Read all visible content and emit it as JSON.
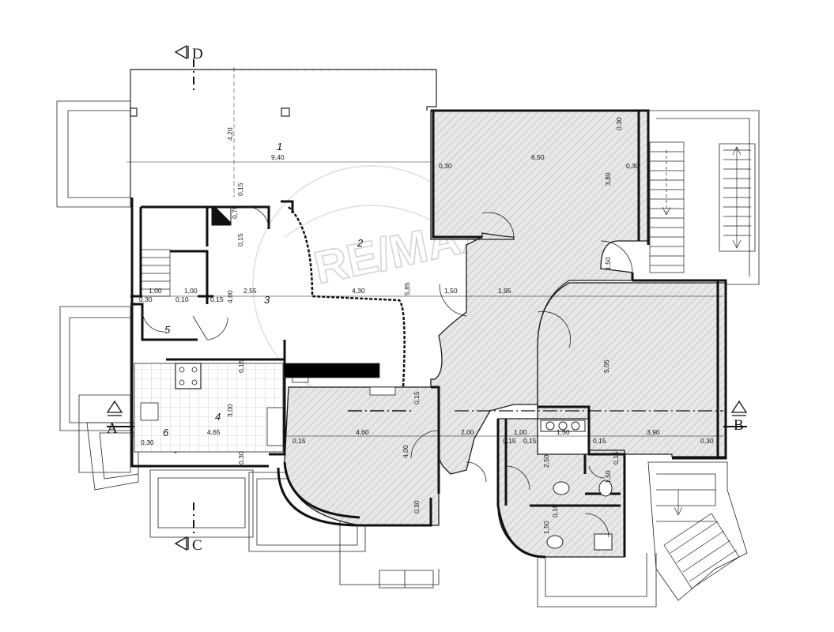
{
  "plan": {
    "colors": {
      "line": "#1a1a1a",
      "hatch_fill": "#e7e7e7",
      "watermark": "#d4d4d4"
    },
    "watermark": "RE/MAX",
    "section_marks": {
      "A": "A",
      "B": "B",
      "C": "C",
      "D": "D"
    },
    "rooms": {
      "r1": "1",
      "r2": "2",
      "r3": "3",
      "r4": "4",
      "r5": "5",
      "r6": "6"
    },
    "dims": {
      "d_420": "4,20",
      "d_940": "9,40",
      "d_030_a": "0,30",
      "d_650": "6,50",
      "d_030_b": "0,30",
      "d_030_c": "0,30",
      "d_380": "3,80",
      "d_015_a": "0,15",
      "d_075": "0,75",
      "d_015_b": "0,15",
      "d_150_a": "1,50",
      "d_100_a": "1,00",
      "d_100_b": "1,00",
      "d_030_d": "0,30",
      "d_010": "0,10",
      "d_015_c": "0,15",
      "d_400_a": "4,00",
      "d_255": "2,55",
      "d_430": "4,30",
      "d_585": "5,85",
      "d_150_b": "1,50",
      "d_195": "1,95",
      "d_015_d": "0,15",
      "d_300": "3,00",
      "d_465": "4,65",
      "d_030_e": "0,30",
      "d_015_e": "0,15",
      "d_460": "4,60",
      "d_015_f": "0,15",
      "d_400_b": "4,00",
      "d_030_f": "0,30",
      "d_200": "2,00",
      "d_100_c": "1,00",
      "d_015_g": "0,15",
      "d_150_c": "1,50",
      "d_015_h": "0,15",
      "d_390": "3,90",
      "d_030_g": "0,30",
      "d_505": "5,05",
      "d_250": "2,50",
      "d_150_d": "1,50",
      "d_015_i": "0,15",
      "d_150_e": "1,50",
      "d_015_j": "0,15",
      "d_030_h": "0,30",
      "d_015_k": "0,15"
    }
  }
}
